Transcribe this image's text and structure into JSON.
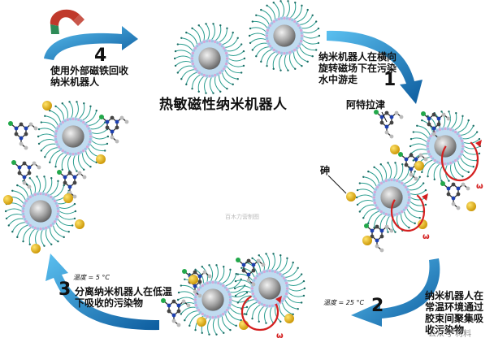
{
  "title": "热敏磁性纳米机器人",
  "steps": [
    {
      "num": "1",
      "text": [
        "纳米机器人在横向",
        "旋转磁场下在污染",
        "水中游走"
      ]
    },
    {
      "num": "2",
      "text": [
        "纳米机器人在",
        "常温环境通过",
        "胶束间聚集吸",
        "收污染物"
      ]
    },
    {
      "num": "3",
      "text": [
        "分离纳米机器人在低温",
        "下吸收的污染物"
      ]
    },
    {
      "num": "4",
      "text": [
        "使用外部磁铁回收",
        "纳米机器人"
      ]
    }
  ],
  "labels": {
    "atrazine": "阿特拉津",
    "arsenic": "砷",
    "omega": "ω"
  },
  "temperatures": {
    "room": "温度 = 25 °C",
    "low": "温度 = 5 °C"
  },
  "watermark": "百木力营制图",
  "corner_watermark": "公众号·材料",
  "colors": {
    "arrow": "#1f8fd6",
    "arrow_dark": "#0d5c9e",
    "gold": "#e8b000",
    "tail": "#2a9d8f",
    "core": "#9a9a9a",
    "red_arrow": "#d42020",
    "magnet_red": "#c0392b",
    "magnet_green": "#2e8b57"
  }
}
